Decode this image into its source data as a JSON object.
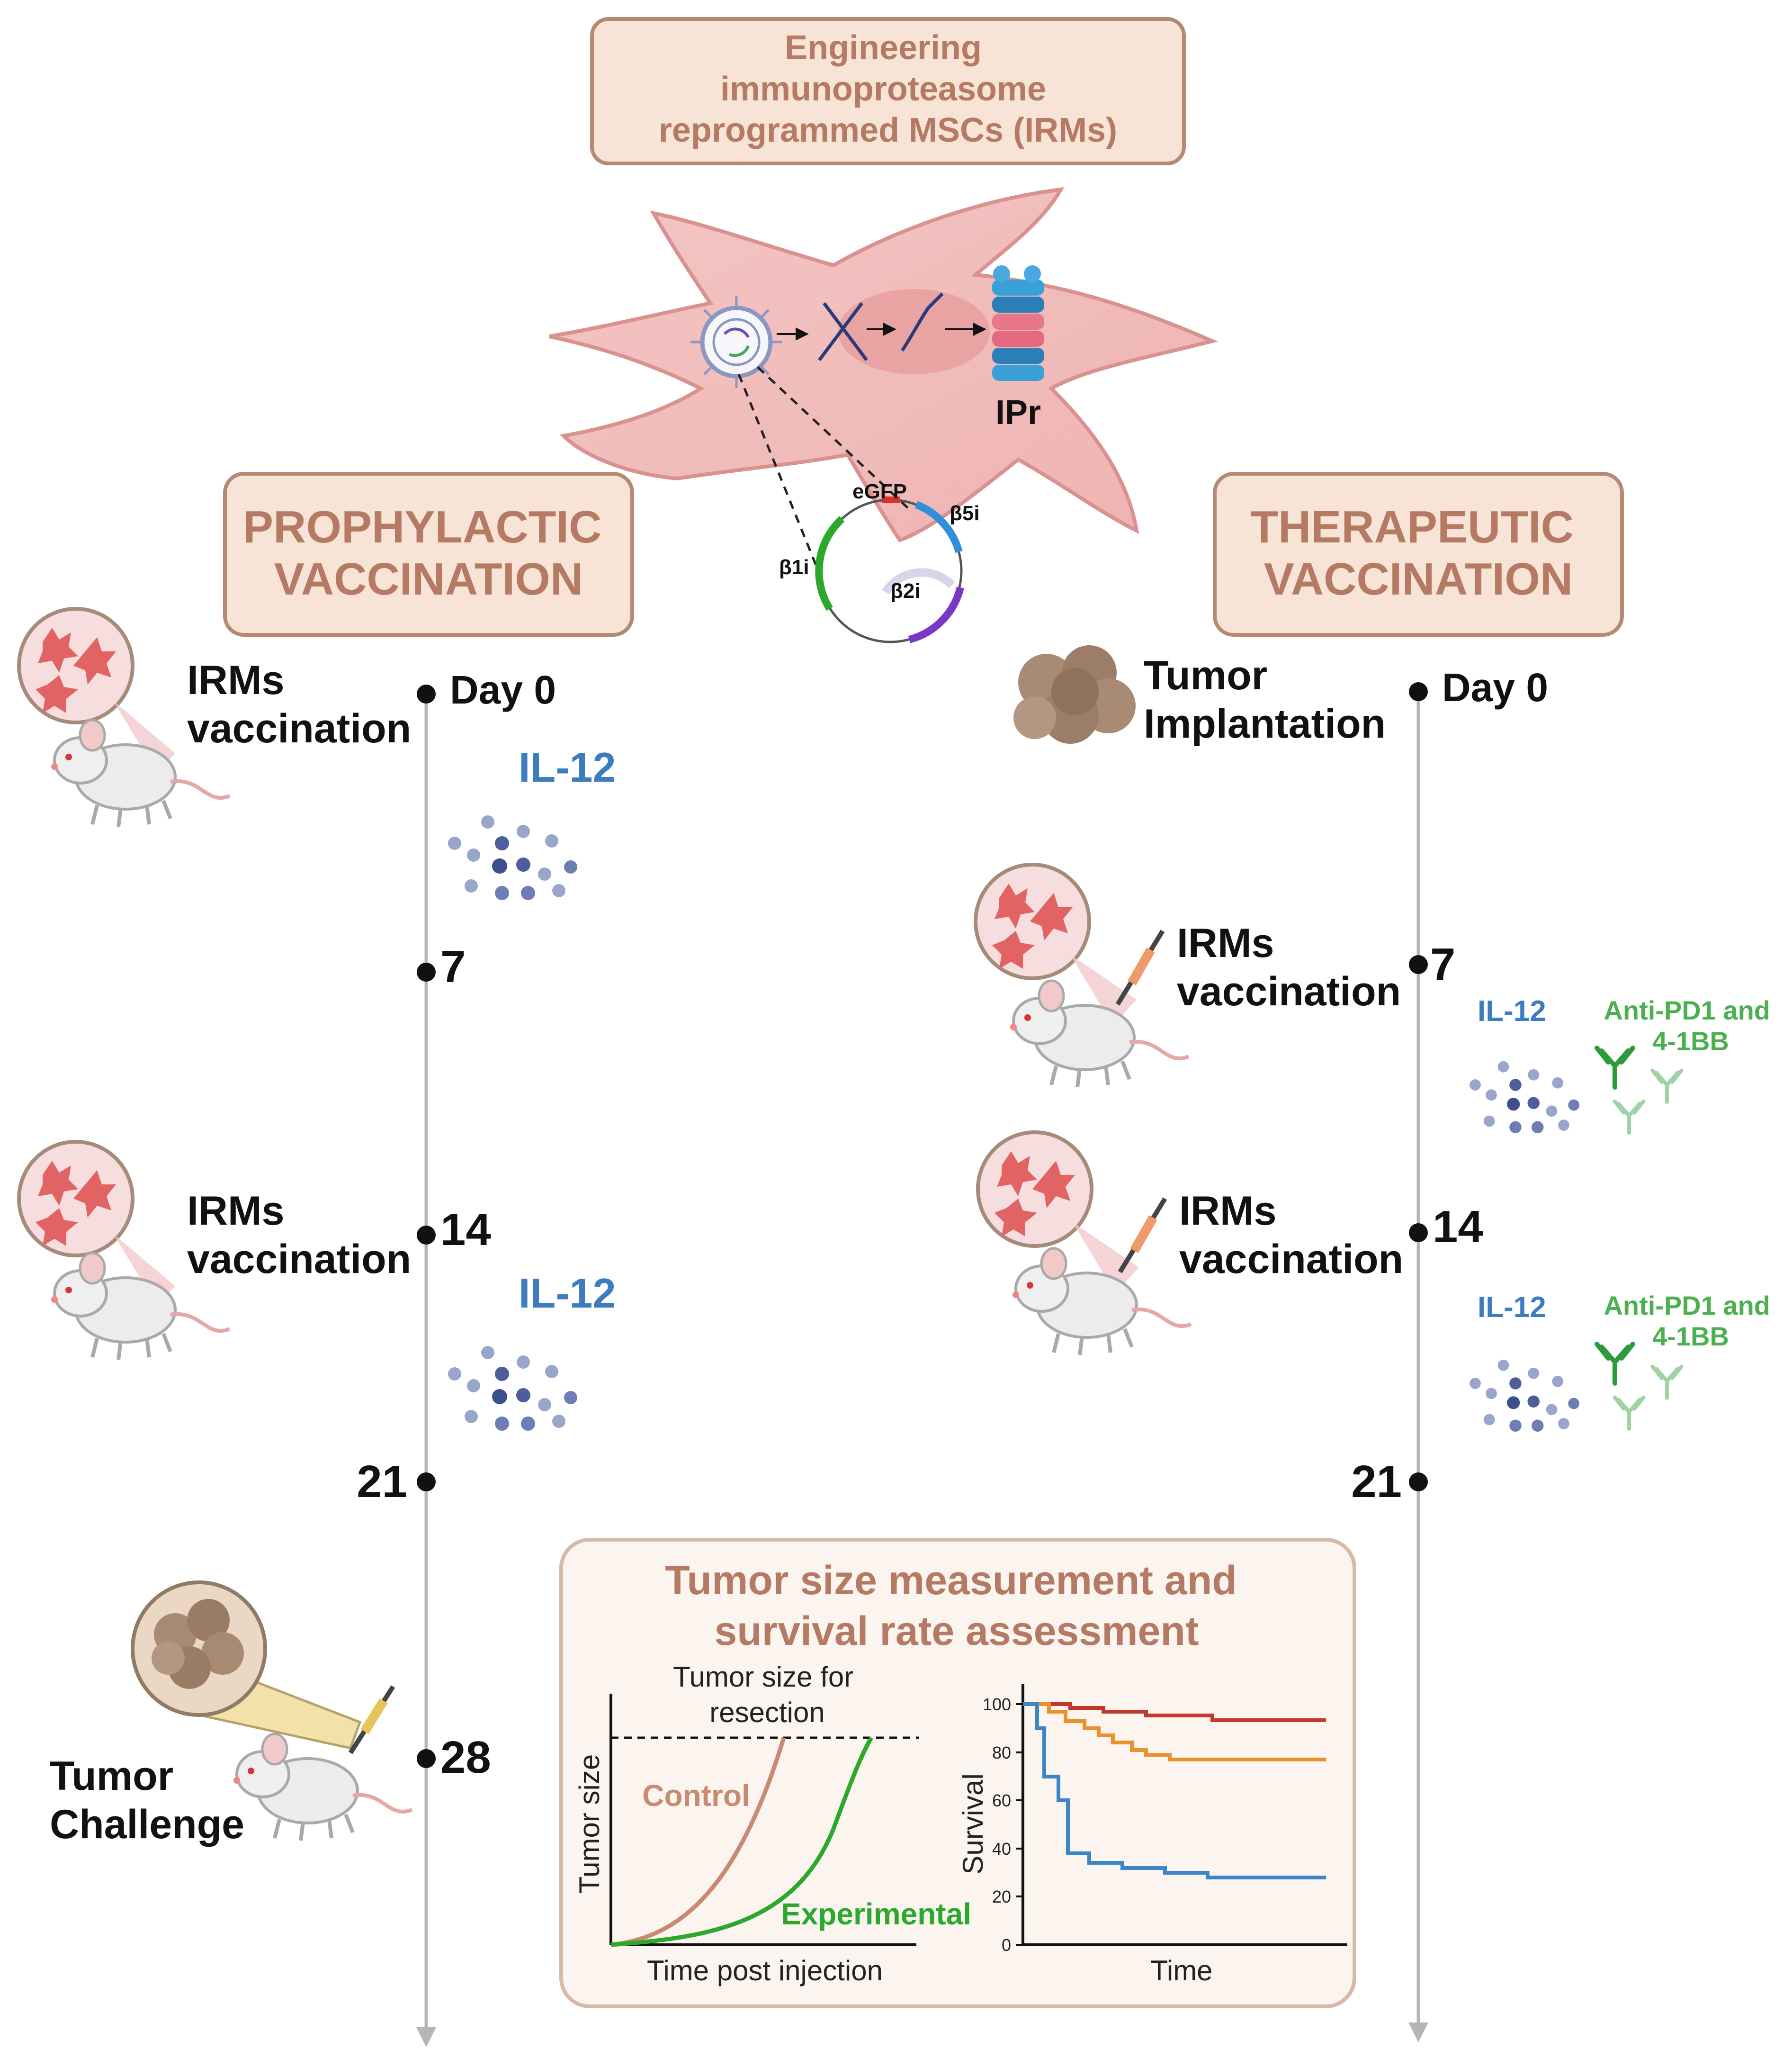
{
  "header": {
    "title_lines": [
      "Engineering",
      "immunoproteasome",
      "reprogrammed MSCs (IRMs)"
    ]
  },
  "cell": {
    "product_label": "IPr",
    "plasmid_labels": {
      "egfp": "eGFP",
      "b5i": "β5i",
      "b1i": "β1i",
      "b2i": "β2i"
    }
  },
  "prophylactic": {
    "title_lines": [
      "PROPHYLACTIC",
      "VACCINATION"
    ],
    "day0": "Day 0",
    "day7": "7",
    "day14": "14",
    "day21": "21",
    "day28": "28",
    "event1_lines": [
      "IRMs",
      "vaccination"
    ],
    "event2_lines": [
      "IRMs",
      "vaccination"
    ],
    "challenge_lines": [
      "Tumor",
      "Challenge"
    ],
    "il12_a": "IL-12",
    "il12_b": "IL-12"
  },
  "therapeutic": {
    "title_lines": [
      "THERAPEUTIC",
      "VACCINATION"
    ],
    "day0": "Day 0",
    "day7": "7",
    "day14": "14",
    "day21": "21",
    "implant_lines": [
      "Tumor",
      "Implantation"
    ],
    "event1_lines": [
      "IRMs",
      "vaccination"
    ],
    "event2_lines": [
      "IRMs",
      "vaccination"
    ],
    "il12_a": "IL-12",
    "il12_b": "IL-12",
    "antibody_a_lines": [
      "Anti-PD1 and",
      "4-1BB"
    ],
    "antibody_b_lines": [
      "Anti-PD1 and",
      "4-1BB"
    ]
  },
  "assessment": {
    "title_lines": [
      "Tumor size measurement and",
      "survival rate assessment"
    ],
    "tumor_plot": {
      "threshold_lines": [
        "Tumor size for",
        "resection"
      ],
      "ylabel": "Tumor size",
      "xlabel": "Time post injection",
      "control_label": "Control",
      "experimental_label": "Experimental",
      "colors": {
        "control": "#c98a74",
        "experimental": "#2ca82c"
      }
    },
    "survival_plot": {
      "ylabel": "Survival",
      "xlabel": "Time",
      "yticks": [
        "0",
        "20",
        "40",
        "60",
        "80",
        "100"
      ],
      "colors": {
        "top": "#c0392b",
        "middle": "#e8912d",
        "bottom": "#3a86c8"
      }
    }
  }
}
